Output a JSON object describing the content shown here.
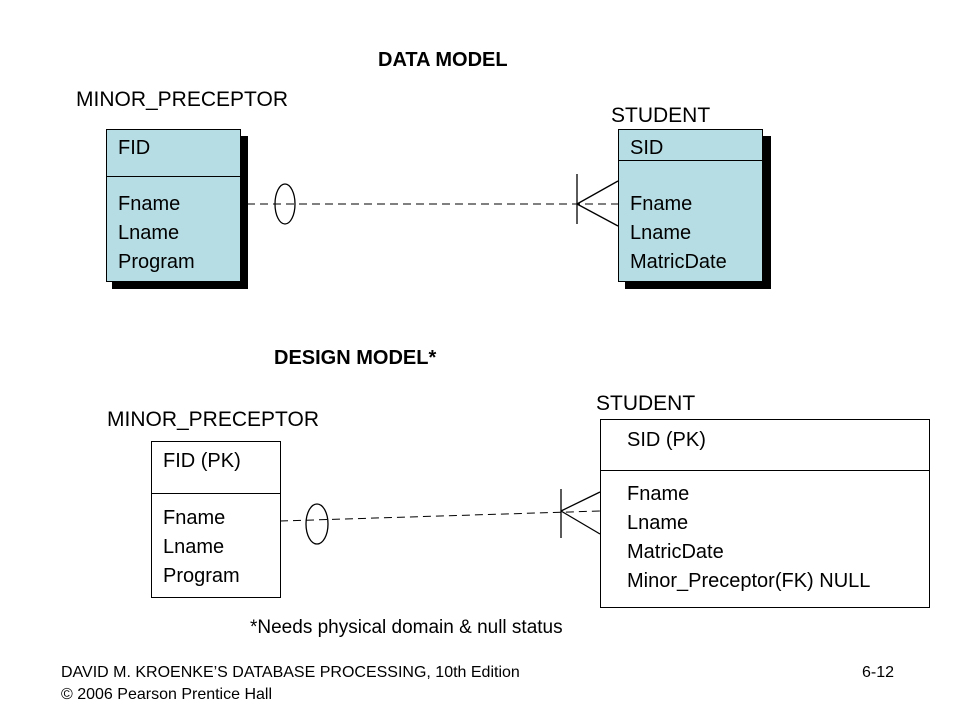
{
  "data_model": {
    "title": "DATA MODEL",
    "left_entity": {
      "name": "MINOR_PRECEPTOR",
      "key": "FID",
      "attributes": [
        "Fname",
        "Lname",
        "Program"
      ],
      "fill": "#b7dde4"
    },
    "right_entity": {
      "name": "STUDENT",
      "key": "SID",
      "attributes": [
        "Fname",
        "Lname",
        "MatricDate"
      ],
      "fill": "#b7dde4"
    }
  },
  "design_model": {
    "title": "DESIGN MODEL*",
    "left_entity": {
      "name": "MINOR_PRECEPTOR",
      "key": "FID (PK)",
      "attributes": [
        "Fname",
        "Lname",
        "Program"
      ]
    },
    "right_entity": {
      "name": "STUDENT",
      "key": "SID (PK)",
      "attributes": [
        "Fname",
        "Lname",
        "MatricDate",
        "Minor_Preceptor(FK) NULL"
      ]
    },
    "note": "*Needs physical domain & null status"
  },
  "footer": {
    "line1": "DAVID M. KROENKE’S DATABASE PROCESSING, 10th Edition",
    "line2": "© 2006 Pearson Prentice Hall",
    "page": "6-12"
  }
}
